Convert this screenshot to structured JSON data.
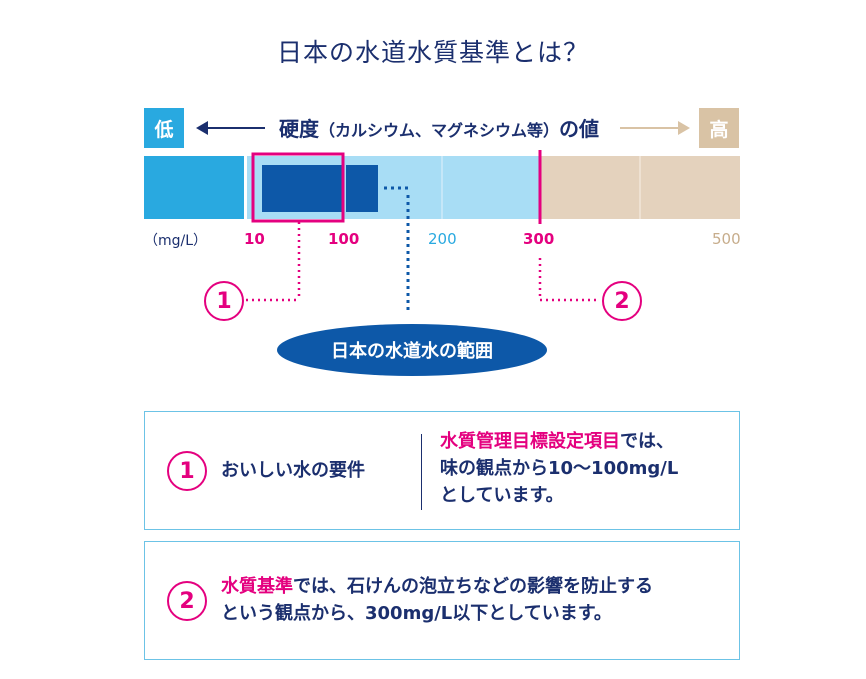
{
  "title": "日本の水道水質基準とは？",
  "scale": {
    "low_label": "低",
    "high_label": "高",
    "axis_label_main": "硬度",
    "axis_label_paren": "（カルシウム、マグネシウム等）",
    "axis_label_tail": "の値",
    "unit_label": "（mg/L）",
    "ticks": [
      {
        "label": "10",
        "value": 10,
        "color": "#e4007f"
      },
      {
        "label": "100",
        "value": 100,
        "color": "#e4007f"
      },
      {
        "label": "200",
        "value": 200,
        "color": "#29a9e0"
      },
      {
        "label": "300",
        "value": 300,
        "color": "#e4007f"
      },
      {
        "label": "500",
        "value": 500,
        "color": "#c7ad8c"
      }
    ],
    "colors": {
      "low": "#29a9e0",
      "mid": "#a8ddf5",
      "high": "#e4d2bd",
      "range": "#0d58a8",
      "accent": "#e4007f"
    }
  },
  "range_label": "日本の水道水の範囲",
  "markers": {
    "one": "1",
    "two": "2"
  },
  "box1": {
    "num": "1",
    "left_text": "おいしい水の要件",
    "right_highlight": "水質管理目標設定項目",
    "right_rest1": "では、",
    "right_line2": "味の観点から10～100mg/L",
    "right_line3": "としています。"
  },
  "box2": {
    "num": "2",
    "highlight": "水質基準",
    "rest1": "では、石けんの泡立ちなどの影響を防止する",
    "line2": "という観点から、300mg/L以下としています。"
  }
}
